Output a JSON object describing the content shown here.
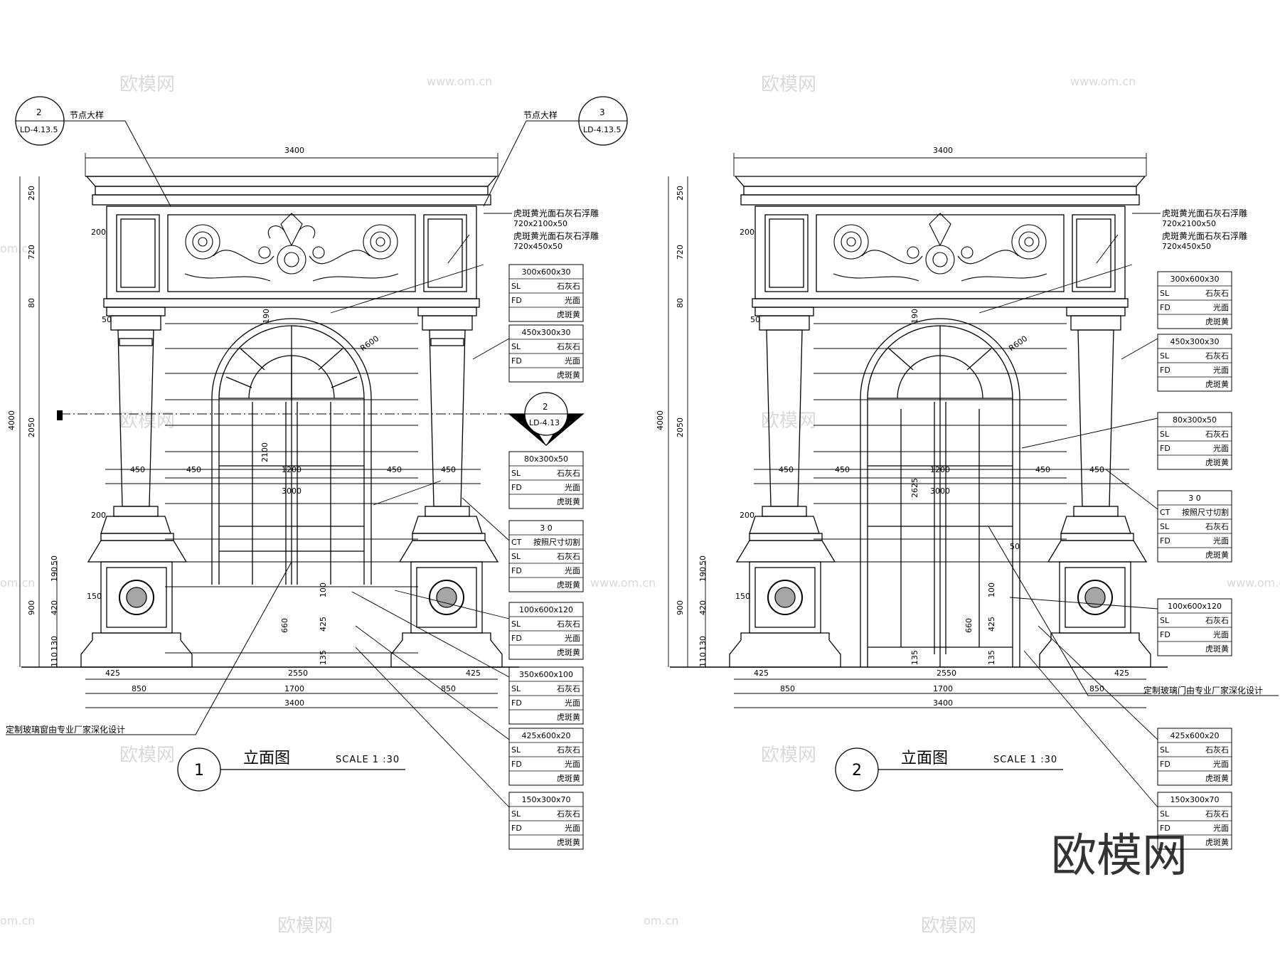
{
  "callouts": {
    "node_left": {
      "num": "2",
      "ref": "LD-4.13.5",
      "label": "节点大样"
    },
    "node_right": {
      "num": "3",
      "ref": "LD-4.13.5",
      "label": "节点大样"
    },
    "section": {
      "num": "2",
      "ref": "LD-4.13"
    }
  },
  "dims": {
    "total_width": "3400",
    "height_total": "4000",
    "h_250": "250",
    "h_720": "720",
    "h_80": "80",
    "h_2050": "2050",
    "h_900": "900",
    "h_50": "50",
    "h_190": "190",
    "h_420": "420",
    "h_110": "110",
    "h_130": "130",
    "w_200": "200",
    "w_150": "150",
    "w_450": "450",
    "w_1200": "1200",
    "w_3000": "3000",
    "w_425": "425",
    "w_2550": "2550",
    "w_850": "850",
    "w_1700": "1700",
    "r600": "R600",
    "v190": "190",
    "v2100": "2100",
    "v2625": "2625",
    "v660": "660",
    "v425": "425",
    "v135": "135",
    "v100": "100",
    "v50": "50"
  },
  "notes": {
    "carving_1": "虎斑黄光面石灰石浮雕",
    "carving_1_size": "720x2100x50",
    "carving_2": "虎斑黄光面石灰石浮雕",
    "carving_2_size": "720x450x50",
    "glass_window": "定制玻璃窗由专业厂家深化设计",
    "glass_door": "定制玻璃门由专业厂家深化设计"
  },
  "material_rows": {
    "sl": "SL",
    "fd": "FD",
    "stone": "石灰石",
    "finish": "光面",
    "color": "虎斑黄"
  },
  "materials_left": [
    {
      "size": "300x600x30"
    },
    {
      "size": "450x300x30"
    },
    {
      "size": "80x300x50"
    },
    {
      "size": "3 0",
      "ct": "CT",
      "ct_label": "按照尺寸切割"
    },
    {
      "size": "100x600x120"
    },
    {
      "size": "350x600x100"
    },
    {
      "size": "425x600x20"
    },
    {
      "size": "150x300x70"
    }
  ],
  "materials_right": [
    {
      "size": "300x600x30"
    },
    {
      "size": "450x300x30"
    },
    {
      "size": "80x300x50"
    },
    {
      "size": "3 0",
      "ct": "CT",
      "ct_label": "按照尺寸切割"
    },
    {
      "size": "100x600x120"
    },
    {
      "size": "425x600x20"
    },
    {
      "size": "150x300x70"
    }
  ],
  "titles": {
    "elev1_num": "1",
    "elev2_num": "2",
    "elev_label": "立面图",
    "scale": "SCALE 1 :30"
  },
  "watermarks": {
    "brand": "欧模网",
    "url": "www.om.cn",
    "short": "om.cn"
  }
}
